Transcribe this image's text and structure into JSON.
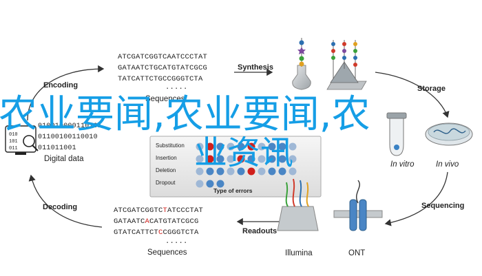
{
  "stages": {
    "encoding": "Encoding",
    "synthesis": "Synthesis",
    "storage": "Storage",
    "sequencing": "Sequencing",
    "readouts": "Readouts",
    "decoding": "Decoding"
  },
  "top_sequences": {
    "lines": [
      "ATCGATCGGTCAATCCCTAT",
      "GATAATCTGCATGTATCGCG",
      "TATCATTCTGCCGGGTCTA"
    ],
    "ellipsis": ".....",
    "caption": "Sequences"
  },
  "bottom_sequences": {
    "line1": {
      "a": "ATCGATCGGTC",
      "b": "T",
      "c": "ATCCCTAT"
    },
    "line2": {
      "a": "GATAATC",
      "b": "A",
      "c": "CATGTATCGCG"
    },
    "line3": {
      "a": "GTATCATTCT",
      "b": "C",
      "c": "CGGGTCTA"
    },
    "ellipsis": ".....",
    "caption": "Sequences"
  },
  "digital": {
    "bits": [
      "010010000110101",
      "01100100110010",
      "011011001"
    ],
    "caption": "Digital data"
  },
  "storage_labels": {
    "in_vitro": "In vitro",
    "in_vivo": "In vivo"
  },
  "sequencers": {
    "illumina": "Illumina",
    "ont": "ONT"
  },
  "errors": {
    "rows": [
      "Substitution",
      "Insertion",
      "Deletion",
      "Dropout"
    ],
    "title": "Type of errors"
  },
  "overlay": {
    "line1": "农业要闻,农业要闻,农",
    "line2": "业资讯"
  },
  "colors": {
    "overlay": "#159ee6",
    "arrow": "#333333",
    "error_red": "#d0201c",
    "nucleotide_blue": "#4a86c5"
  }
}
